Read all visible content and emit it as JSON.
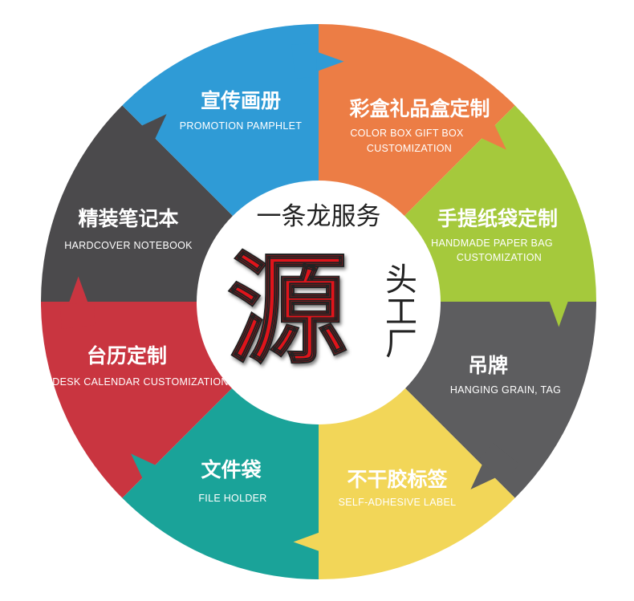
{
  "center": {
    "top": "一条龙服务",
    "main": "源",
    "side": [
      "头",
      "工",
      "厂"
    ]
  },
  "segments": [
    {
      "cn": "彩盒礼品盒定制",
      "en": [
        "COLOR BOX GIFT BOX",
        "CUSTOMIZATION"
      ],
      "color": "#ec7d45"
    },
    {
      "cn": "手提纸袋定制",
      "en": [
        "HANDMADE PAPER BAG",
        "CUSTOMIZATION"
      ],
      "color": "#a5c93c"
    },
    {
      "cn": "吊牌",
      "en": [
        "HANGING GRAIN, TAG"
      ],
      "color": "#5d5d5f"
    },
    {
      "cn": "不干胶标签",
      "en": [
        "SELF-ADHESIVE LABEL"
      ],
      "color": "#f2d658"
    },
    {
      "cn": "文件袋",
      "en": [
        "FILE HOLDER"
      ],
      "color": "#1aa399"
    },
    {
      "cn": "台历定制",
      "en": [
        "DESK CALENDAR CUSTOMIZATION"
      ],
      "color": "#c93540"
    },
    {
      "cn": "精装笔记本",
      "en": [
        "HARDCOVER NOTEBOOK"
      ],
      "color": "#4b4a4c"
    },
    {
      "cn": "宣传画册",
      "en": [
        "PROMOTION PAMPHLET"
      ],
      "color": "#2f9bd6"
    }
  ]
}
